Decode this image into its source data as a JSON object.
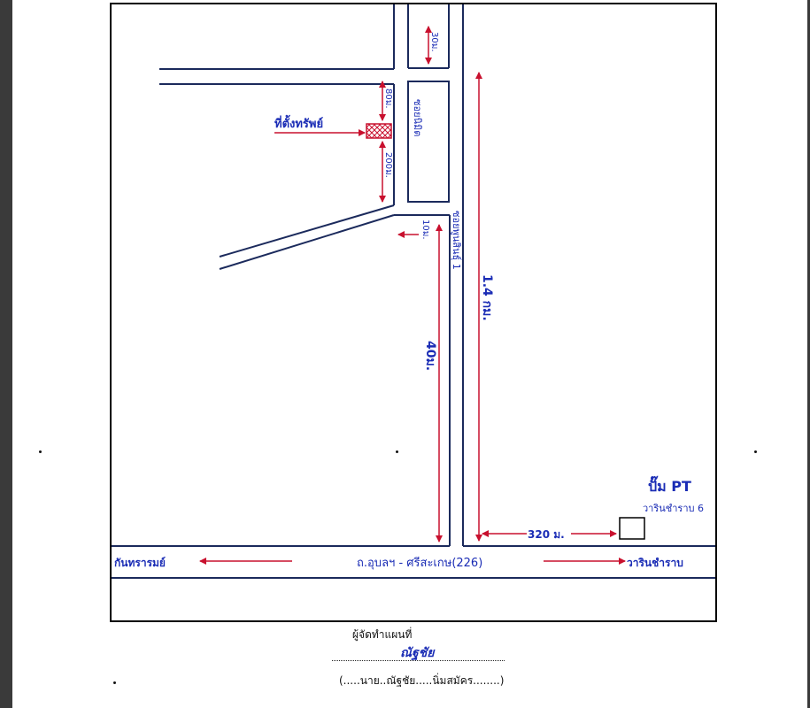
{
  "map": {
    "labels": {
      "shop_label": "ที่ตั้งทรัพย์",
      "road_top": "ซอยนิมิต",
      "dist_top_small": "30ม.",
      "dist_above_shop": "80ม.",
      "dist_below_shop": "200ม.",
      "dist_side": "10ม.",
      "dist_left_vertical": "40ม.",
      "dist_right_vertical": "1.4 กม.",
      "soi_name_right": "ซอยพูนสินธุ์ 1",
      "pump_label": "ปั๊ม PT",
      "pump_sub": "วารินชำราบ 6",
      "dist_pump": "320 ม.",
      "main_road": "ถ.อุบลฯ - ศรีสะเกษ(226)",
      "left_dest": "กันทรารมย์",
      "right_dest": "วารินชำราบ"
    }
  },
  "footer": {
    "title": "ผู้จัดทำแผนที่",
    "signature": "ณัฐชัย",
    "name_line": "(.....นาย..ณัฐชัย.....นิ่มสมัคร........)"
  }
}
